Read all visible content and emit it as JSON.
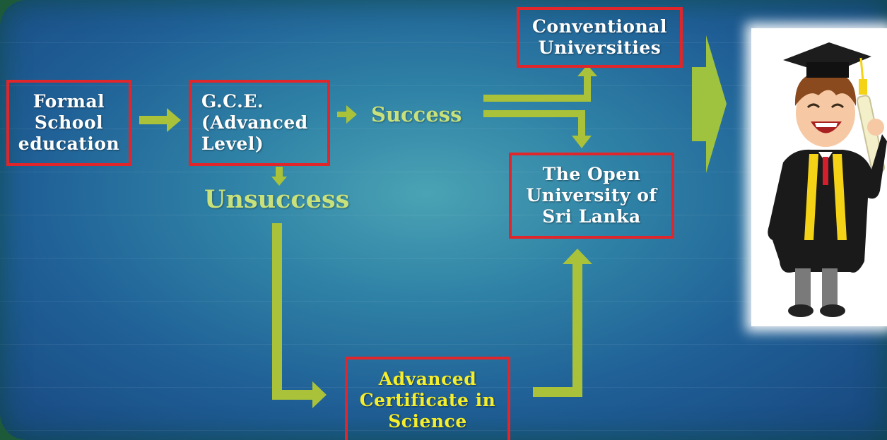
{
  "diagram": {
    "nodes": {
      "formal_school": "Formal\nSchool\neducation",
      "gce": "G.C.E.\n(Advanced\nLevel)",
      "conventional": "Conventional\nUniversities",
      "open_university": "The Open\nUniversity of\nSri Lanka",
      "advanced_certificate": "Advanced\nCertificate in\nScience"
    },
    "labels": {
      "success": "Success",
      "unsuccess": "Unsuccess"
    },
    "colors": {
      "background": "#1f5f96",
      "box_border": "#e0262b",
      "arrow": "#a9c23a",
      "label": "#c9e17a",
      "certificate_text": "#f6ee2a"
    },
    "image": "graduate-cartoon"
  }
}
